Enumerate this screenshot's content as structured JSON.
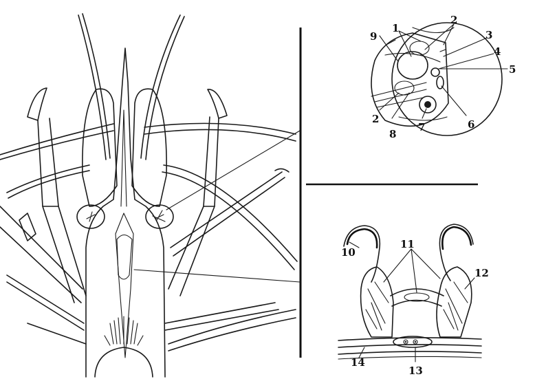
{
  "figure": {
    "callouts_top_right": [
      "1",
      "2",
      "3",
      "4",
      "5",
      "6",
      "7",
      "8",
      "2",
      "9"
    ],
    "callouts_bottom_right": [
      "10",
      "11",
      "12",
      "13",
      "14"
    ]
  }
}
